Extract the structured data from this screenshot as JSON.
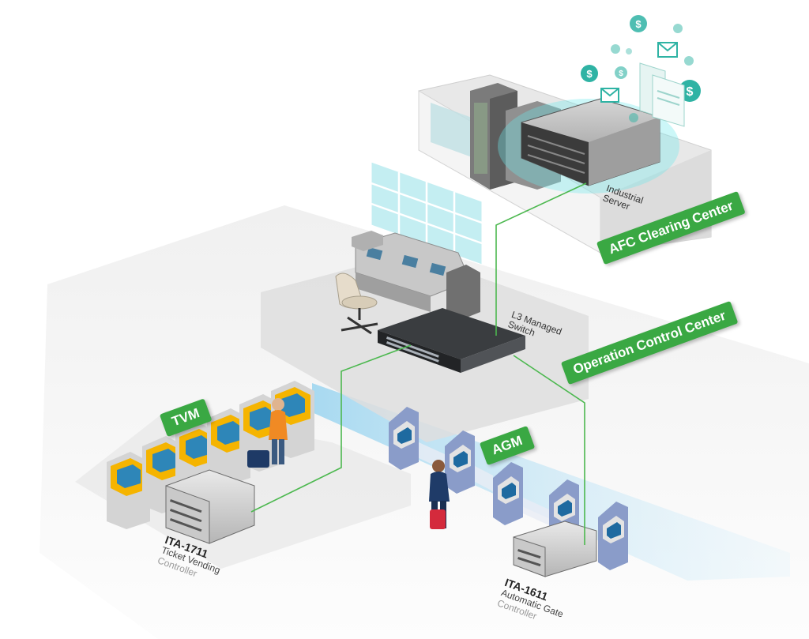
{
  "labels": {
    "afc_clearing_center": "AFC Clearing Center",
    "operation_control_center": "Operation Control Center",
    "tvm": "TVM",
    "agm": "AGM",
    "industrial_server_line1": "Industrial",
    "industrial_server_line2": "Server",
    "switch_line1": "L3 Managed",
    "switch_line2": "Switch",
    "ita1711_model": "ITA-1711",
    "ita1711_line1": "Ticket Vending",
    "ita1711_line2": "Controller",
    "ita1611_model": "ITA-1611",
    "ita1611_line1": "Automatic Gate",
    "ita1611_line2": "Controller"
  },
  "icons": {
    "dollar": "$",
    "envelope": "envelope-icon",
    "invoice": "invoice-icon"
  },
  "colors": {
    "label_green": "#3aa843",
    "connection_line": "#4cb84f",
    "coin_teal": "#2fb3a4",
    "tvm_yellow": "#f5b400",
    "gate_blue": "#8a9cc9"
  }
}
